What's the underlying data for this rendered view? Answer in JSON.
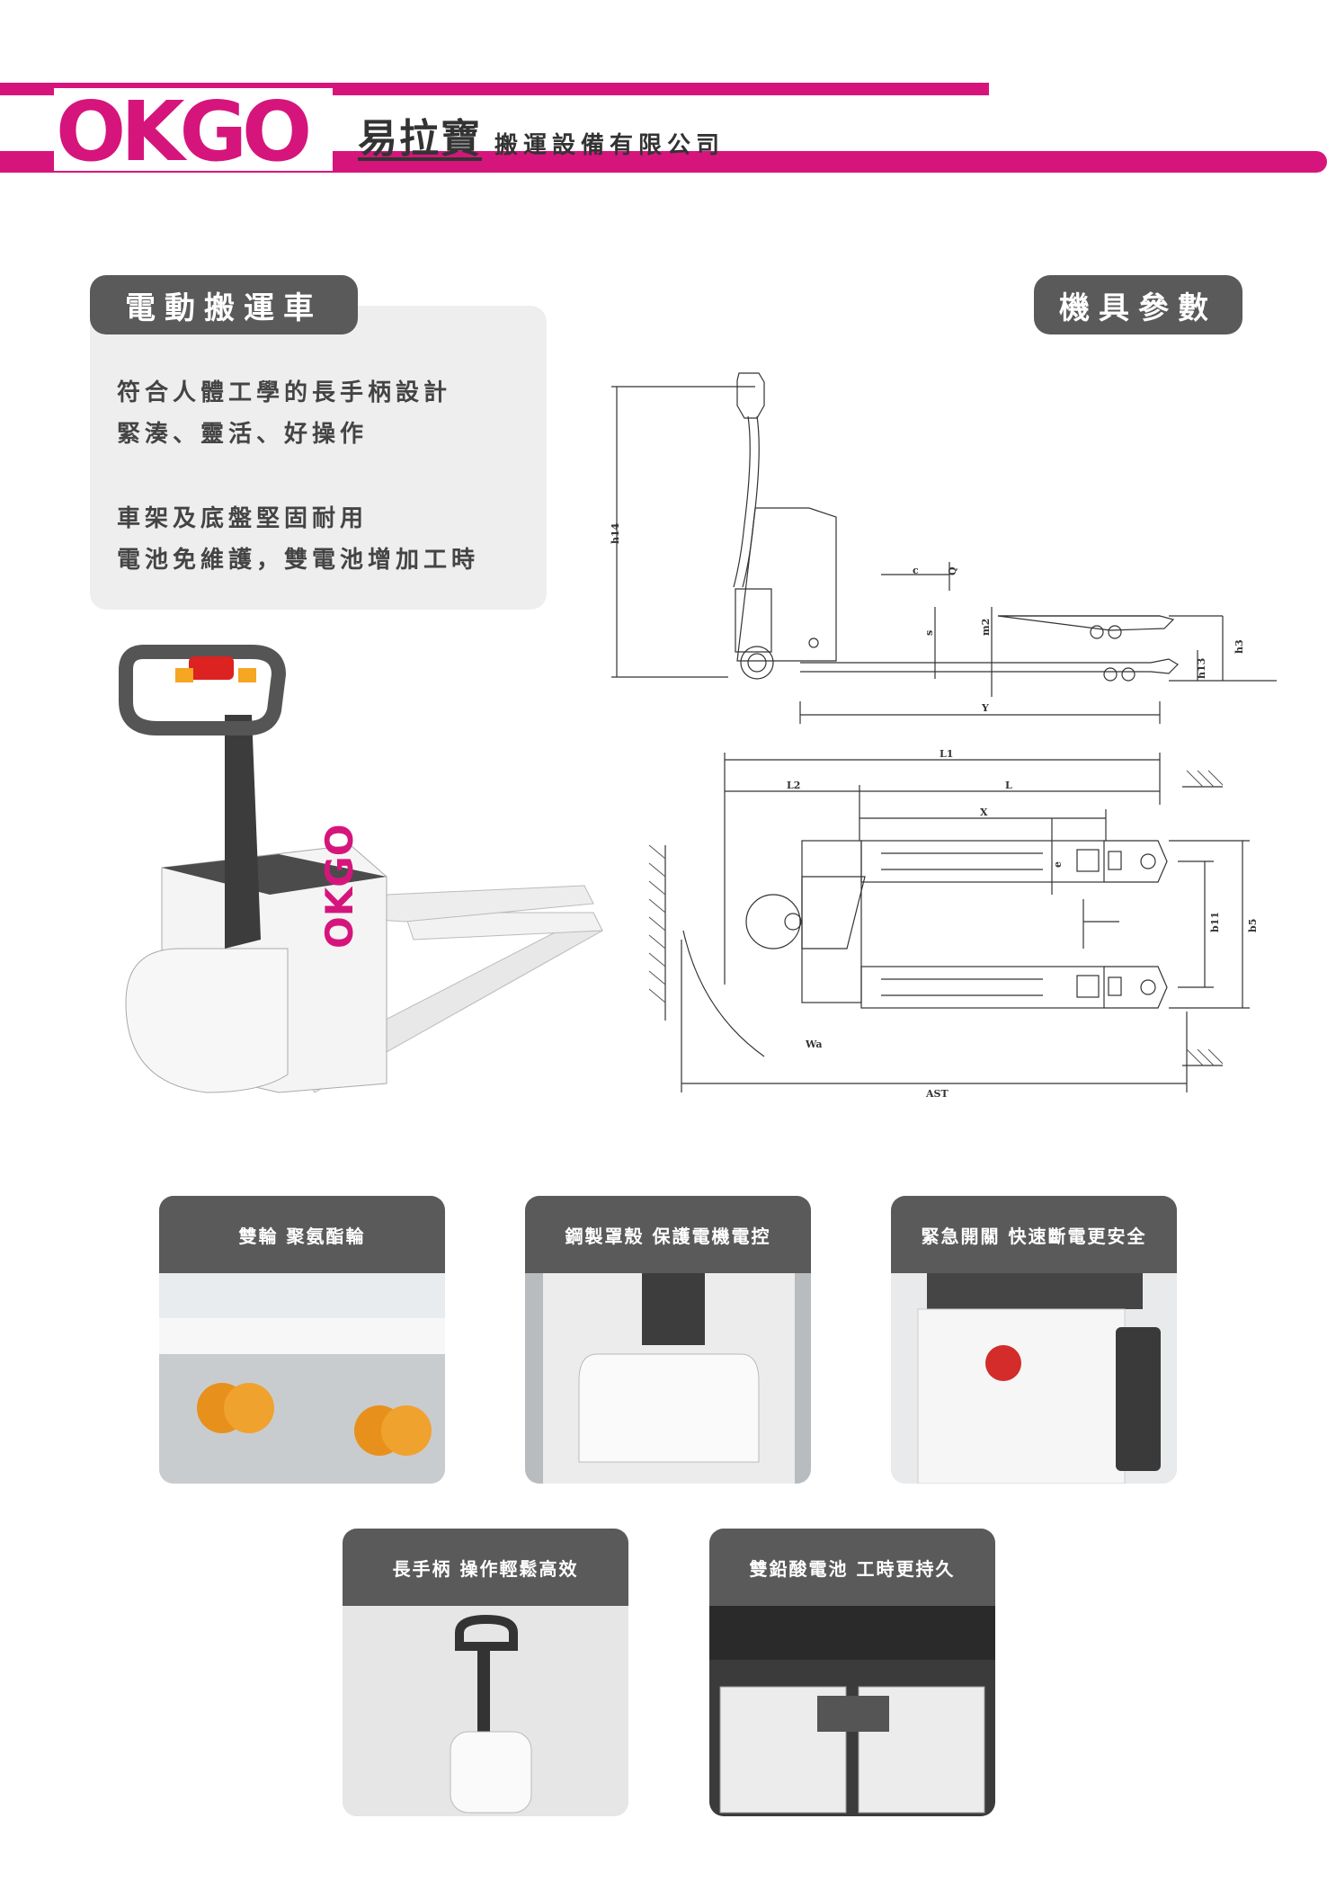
{
  "header": {
    "logo_text": "OKGO",
    "company_name": "易拉寶",
    "company_suffix": "搬運設備有限公司"
  },
  "tabs": {
    "left": "電動搬運車",
    "right": "機具參數"
  },
  "description": {
    "lines_group1": [
      "符合人體工學的長手柄設計",
      "緊湊、靈活、好操作"
    ],
    "lines_group2": [
      "車架及底盤堅固耐用",
      "電池免維護，雙電池增加工時"
    ]
  },
  "diagram_labels": {
    "h14": "h14",
    "c": "c",
    "Q": "Q",
    "s": "s",
    "m2": "m2",
    "h13": "h13",
    "h3": "h3",
    "Y": "Y",
    "L1": "L1",
    "L2": "L2",
    "L": "L",
    "X": "X",
    "e": "e",
    "b11": "b11",
    "b5": "b5",
    "Wa": "Wa",
    "AST": "AST"
  },
  "product_logo": "OKGO",
  "features": [
    {
      "caption": "雙輪 聚氨酯輪"
    },
    {
      "caption": "鋼製罩殼 保護電機電控"
    },
    {
      "caption": "緊急開關 快速斷電更安全"
    },
    {
      "caption": "長手柄 操作輕鬆高效"
    },
    {
      "caption": "雙鉛酸電池 工時更持久"
    }
  ],
  "colors": {
    "brand": "#d6157c",
    "pill": "#5a5a5a",
    "panel": "#eeeeee"
  }
}
